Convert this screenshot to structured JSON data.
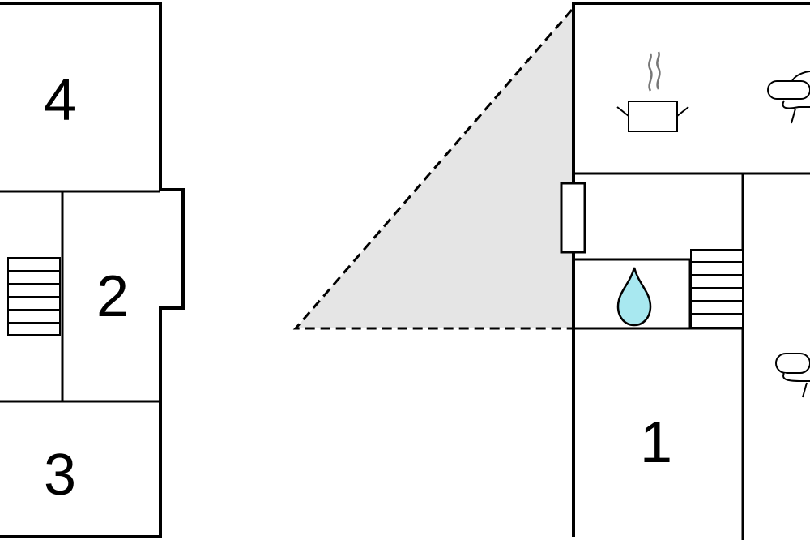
{
  "rooms": [
    {
      "id": "room-4",
      "label": "4"
    },
    {
      "id": "room-2",
      "label": "2"
    },
    {
      "id": "room-3",
      "label": "3"
    },
    {
      "id": "room-1",
      "label": "1"
    }
  ],
  "icons": [
    "stairs-icon",
    "cooking-pot-icon",
    "armchair-icon",
    "water-drop-icon",
    "shower-icon"
  ],
  "colors": {
    "wall": "#000000",
    "terrace_fill": "#e5e5e5",
    "water_drop": "#a8e8f0"
  }
}
